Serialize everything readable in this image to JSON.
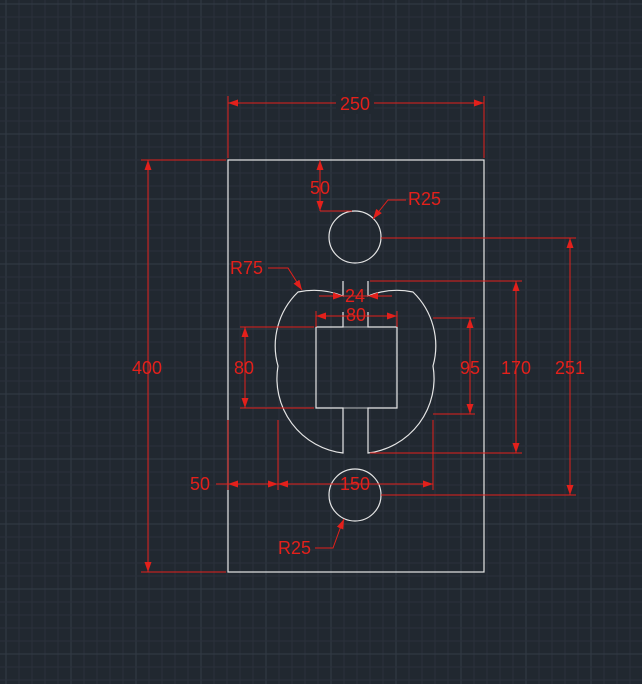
{
  "colors": {
    "background": "#212830",
    "grid_minor": "#2a313b",
    "grid_major": "#333b46",
    "geometry": "#e6e6e6",
    "dimension": "#e3201b"
  },
  "dimensions": {
    "overall_width": "250",
    "overall_height": "400",
    "top_circle_offset": "50",
    "top_circle_radius": "R25",
    "arc_radius": "R75",
    "slot_gap": "24",
    "inner_width": "80",
    "left_height": "80",
    "inner_height": "95",
    "arc_height": "170",
    "circle_spacing": "251",
    "left_offset": "50",
    "arc_span": "150",
    "bottom_circle_radius": "R25"
  }
}
